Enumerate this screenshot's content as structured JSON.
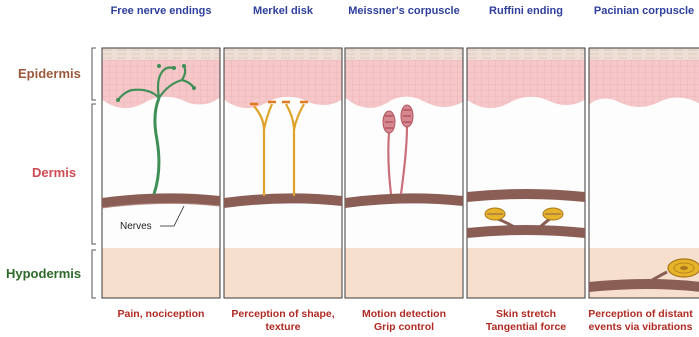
{
  "layers": {
    "epidermis": "Epidermis",
    "dermis": "Dermis",
    "hypodermis": "Hypodermis"
  },
  "nerves_label": "Nerves",
  "panels": [
    {
      "title": "Free nerve endings",
      "caption": [
        "Pain, nociception"
      ]
    },
    {
      "title": "Merkel disk",
      "caption": [
        "Perception of shape,",
        "texture"
      ]
    },
    {
      "title": "Meissner's corpuscle",
      "caption": [
        "Motion detection",
        "Grip control"
      ]
    },
    {
      "title": "Ruffini ending",
      "caption": [
        "Skin stretch",
        "Tangential force"
      ]
    },
    {
      "title": "Pacinian corpuscle",
      "caption": [
        "Perception of distant",
        "events via vibrations"
      ]
    }
  ],
  "colors": {
    "title": "#2e3f9c",
    "caption": "#b12a22",
    "epidermis_label": "#9c5a3c",
    "dermis_label": "#d04a55",
    "hypodermis_label": "#2e6b2a",
    "epidermis_fill": "#f5c7c9",
    "hypodermis_fill": "#f6dfcd",
    "nerve": "#8a5e54"
  }
}
